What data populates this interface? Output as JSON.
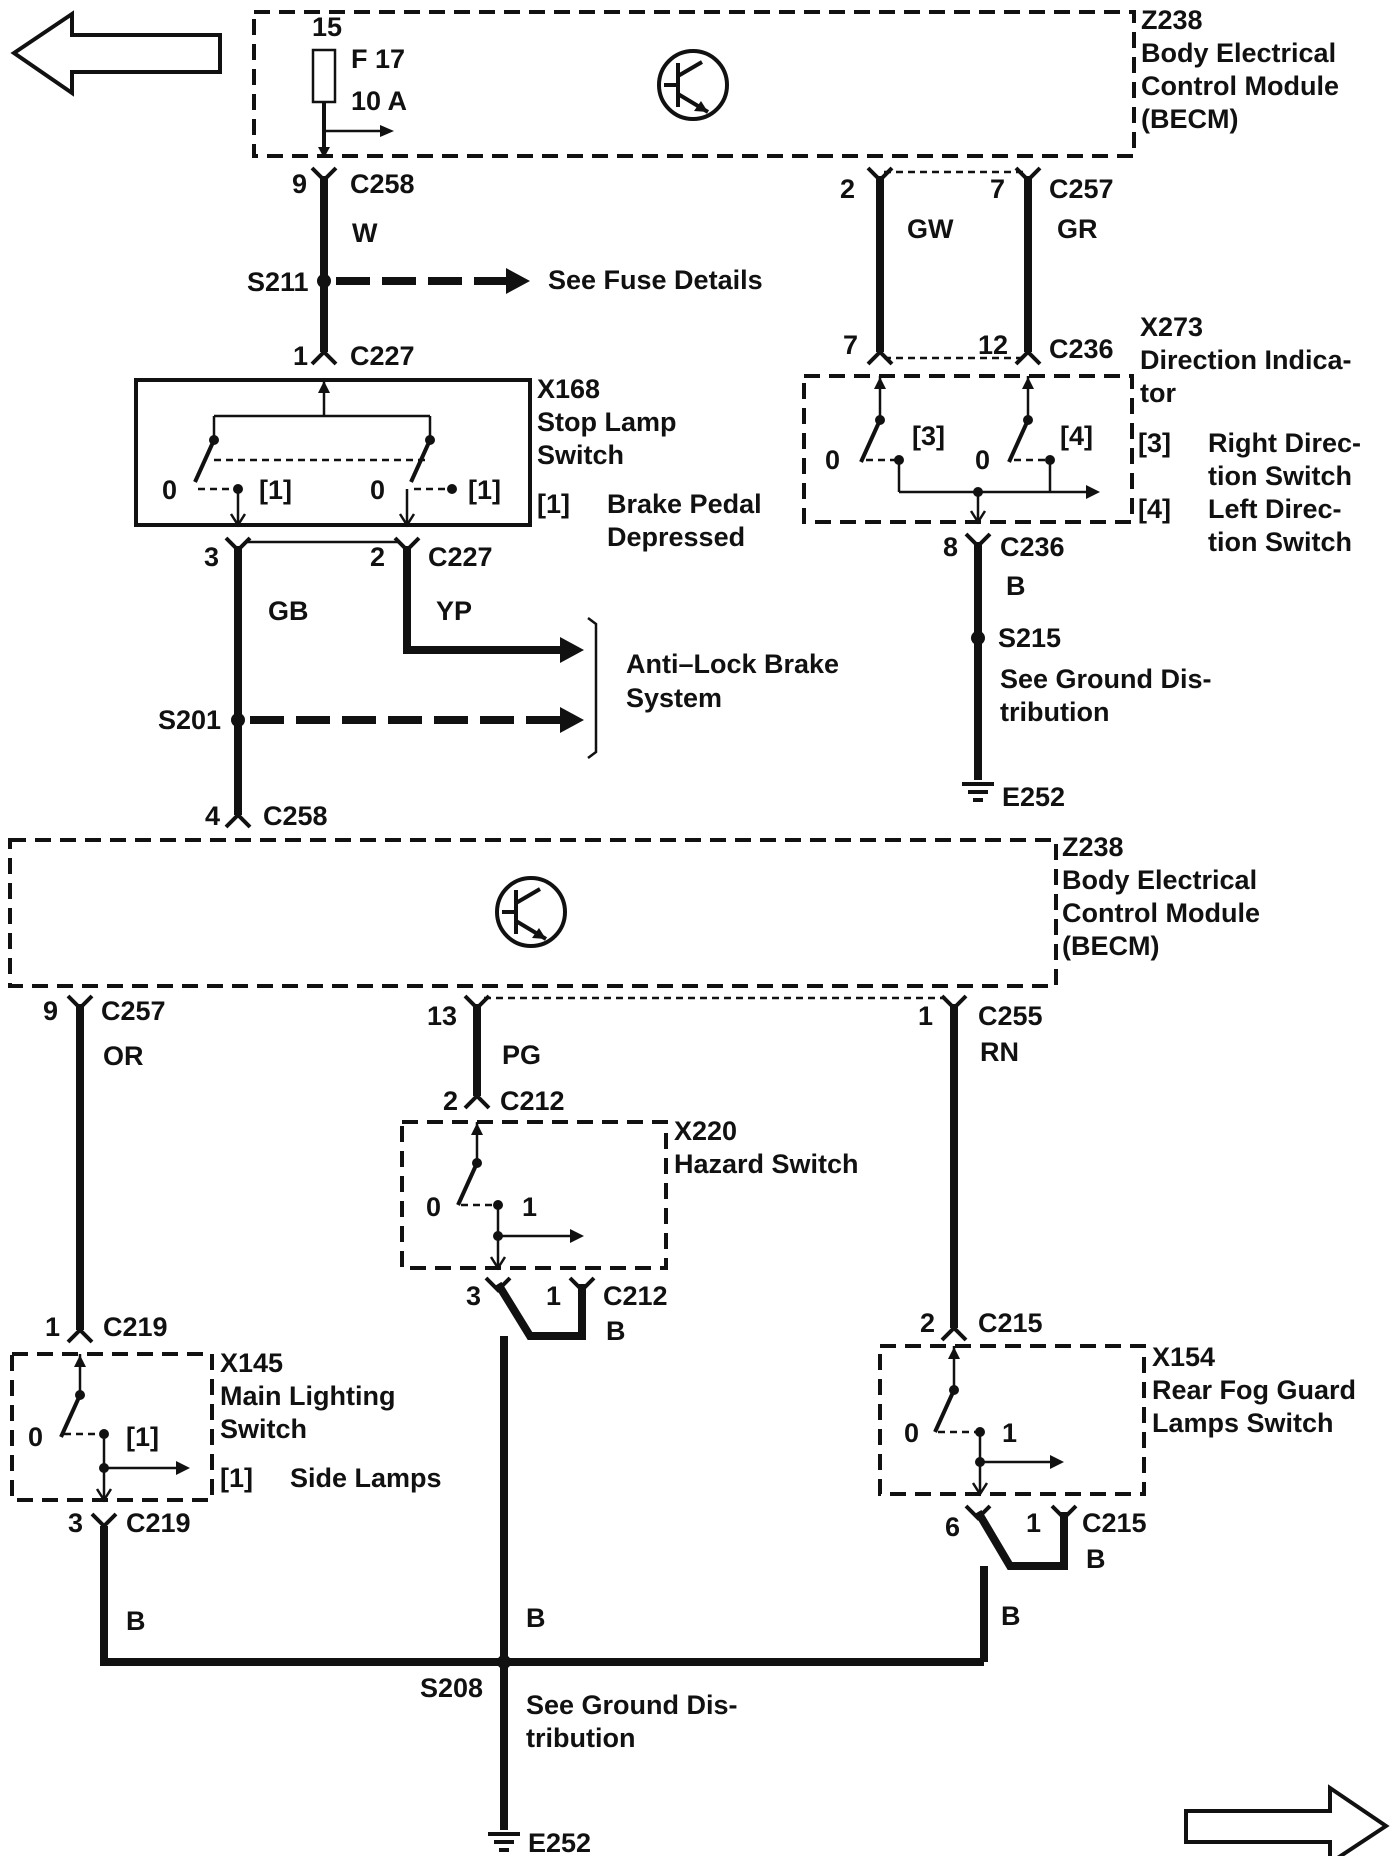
{
  "becm_top": {
    "fuse_pin": "15",
    "fuse_name": "F 17",
    "fuse_rating": "10 A",
    "id": "Z238",
    "name_l1": "Body Electrical",
    "name_l2": "Control Module",
    "name_l3": "(BECM)"
  },
  "becm_bottom": {
    "id": "Z238",
    "name_l1": "Body Electrical",
    "name_l2": "Control Module",
    "name_l3": "(BECM)"
  },
  "w_left": {
    "pin_top": "9",
    "conn_top": "C258",
    "color": "W",
    "splice": "S211",
    "splice_ref": "See Fuse Details",
    "pin_bottom": "1",
    "conn_bottom": "C227"
  },
  "stop_lamp": {
    "id": "X168",
    "name_l1": "Stop Lamp",
    "name_l2": "Switch",
    "pos0a": "0",
    "pos1a": "[1]",
    "pos0b": "0",
    "pos1b": "[1]",
    "note_key": "[1]",
    "note_l1": "Brake Pedal",
    "note_l2": "Depressed"
  },
  "c227_out": {
    "pin_gb": "3",
    "pin_yp": "2",
    "conn": "C227",
    "color_gb": "GB",
    "color_yp": "YP",
    "splice": "S201",
    "abs_l1": "Anti–Lock Brake",
    "abs_l2": "System",
    "pin_bottom": "4",
    "conn_bottom": "C258"
  },
  "c257_top": {
    "pin_gw": "2",
    "pin_gr": "7",
    "conn": "C257",
    "color_gw": "GW",
    "color_gr": "GR",
    "pin_gw_b": "7",
    "pin_gr_b": "12",
    "conn_b": "C236"
  },
  "direction": {
    "id": "X273",
    "name_l1": "Direction Indica-",
    "name_l2": "tor",
    "pos0a": "0",
    "pos3": "[3]",
    "pos0b": "0",
    "pos4": "[4]",
    "key3": "[3]",
    "desc3_l1": "Right Direc-",
    "desc3_l2": "tion Switch",
    "key4": "[4]",
    "desc4_l1": "Left Direc-",
    "desc4_l2": "tion Switch"
  },
  "ground_right": {
    "pin": "8",
    "conn": "C236",
    "color": "B",
    "splice": "S215",
    "ref_l1": "See Ground Dis-",
    "ref_l2": "tribution",
    "ground": "E252"
  },
  "or_wire": {
    "pin_top": "9",
    "conn_top": "C257",
    "color": "OR",
    "pin_bottom": "1",
    "conn_bottom": "C219"
  },
  "main_light": {
    "id": "X145",
    "name_l1": "Main Lighting",
    "name_l2": "Switch",
    "pos0": "0",
    "pos1": "[1]",
    "note_key": "[1]",
    "note": "Side Lamps",
    "pin_out": "3",
    "conn_out": "C219",
    "wire": "B"
  },
  "pg_wire": {
    "pin_top": "13",
    "color": "PG",
    "pin_bottom": "2",
    "conn_bottom": "C212"
  },
  "hazard": {
    "id": "X220",
    "name": "Hazard Switch",
    "pos0": "0",
    "pos1": "1",
    "pin_a": "3",
    "pin_b": "1",
    "conn": "C212",
    "color": "B",
    "wire": "B"
  },
  "rn_wire": {
    "pin_top": "1",
    "conn_top": "C255",
    "color": "RN",
    "pin_bottom": "2",
    "conn_bottom": "C215"
  },
  "rear_fog": {
    "id": "X154",
    "name_l1": "Rear Fog Guard",
    "name_l2": "Lamps Switch",
    "pos0": "0",
    "pos1": "1",
    "pin_a": "6",
    "pin_b": "1",
    "conn": "C215",
    "color": "B",
    "wire": "B"
  },
  "ground_bottom": {
    "splice": "S208",
    "ref_l1": "See Ground Dis-",
    "ref_l2": "tribution",
    "ground": "E252"
  }
}
